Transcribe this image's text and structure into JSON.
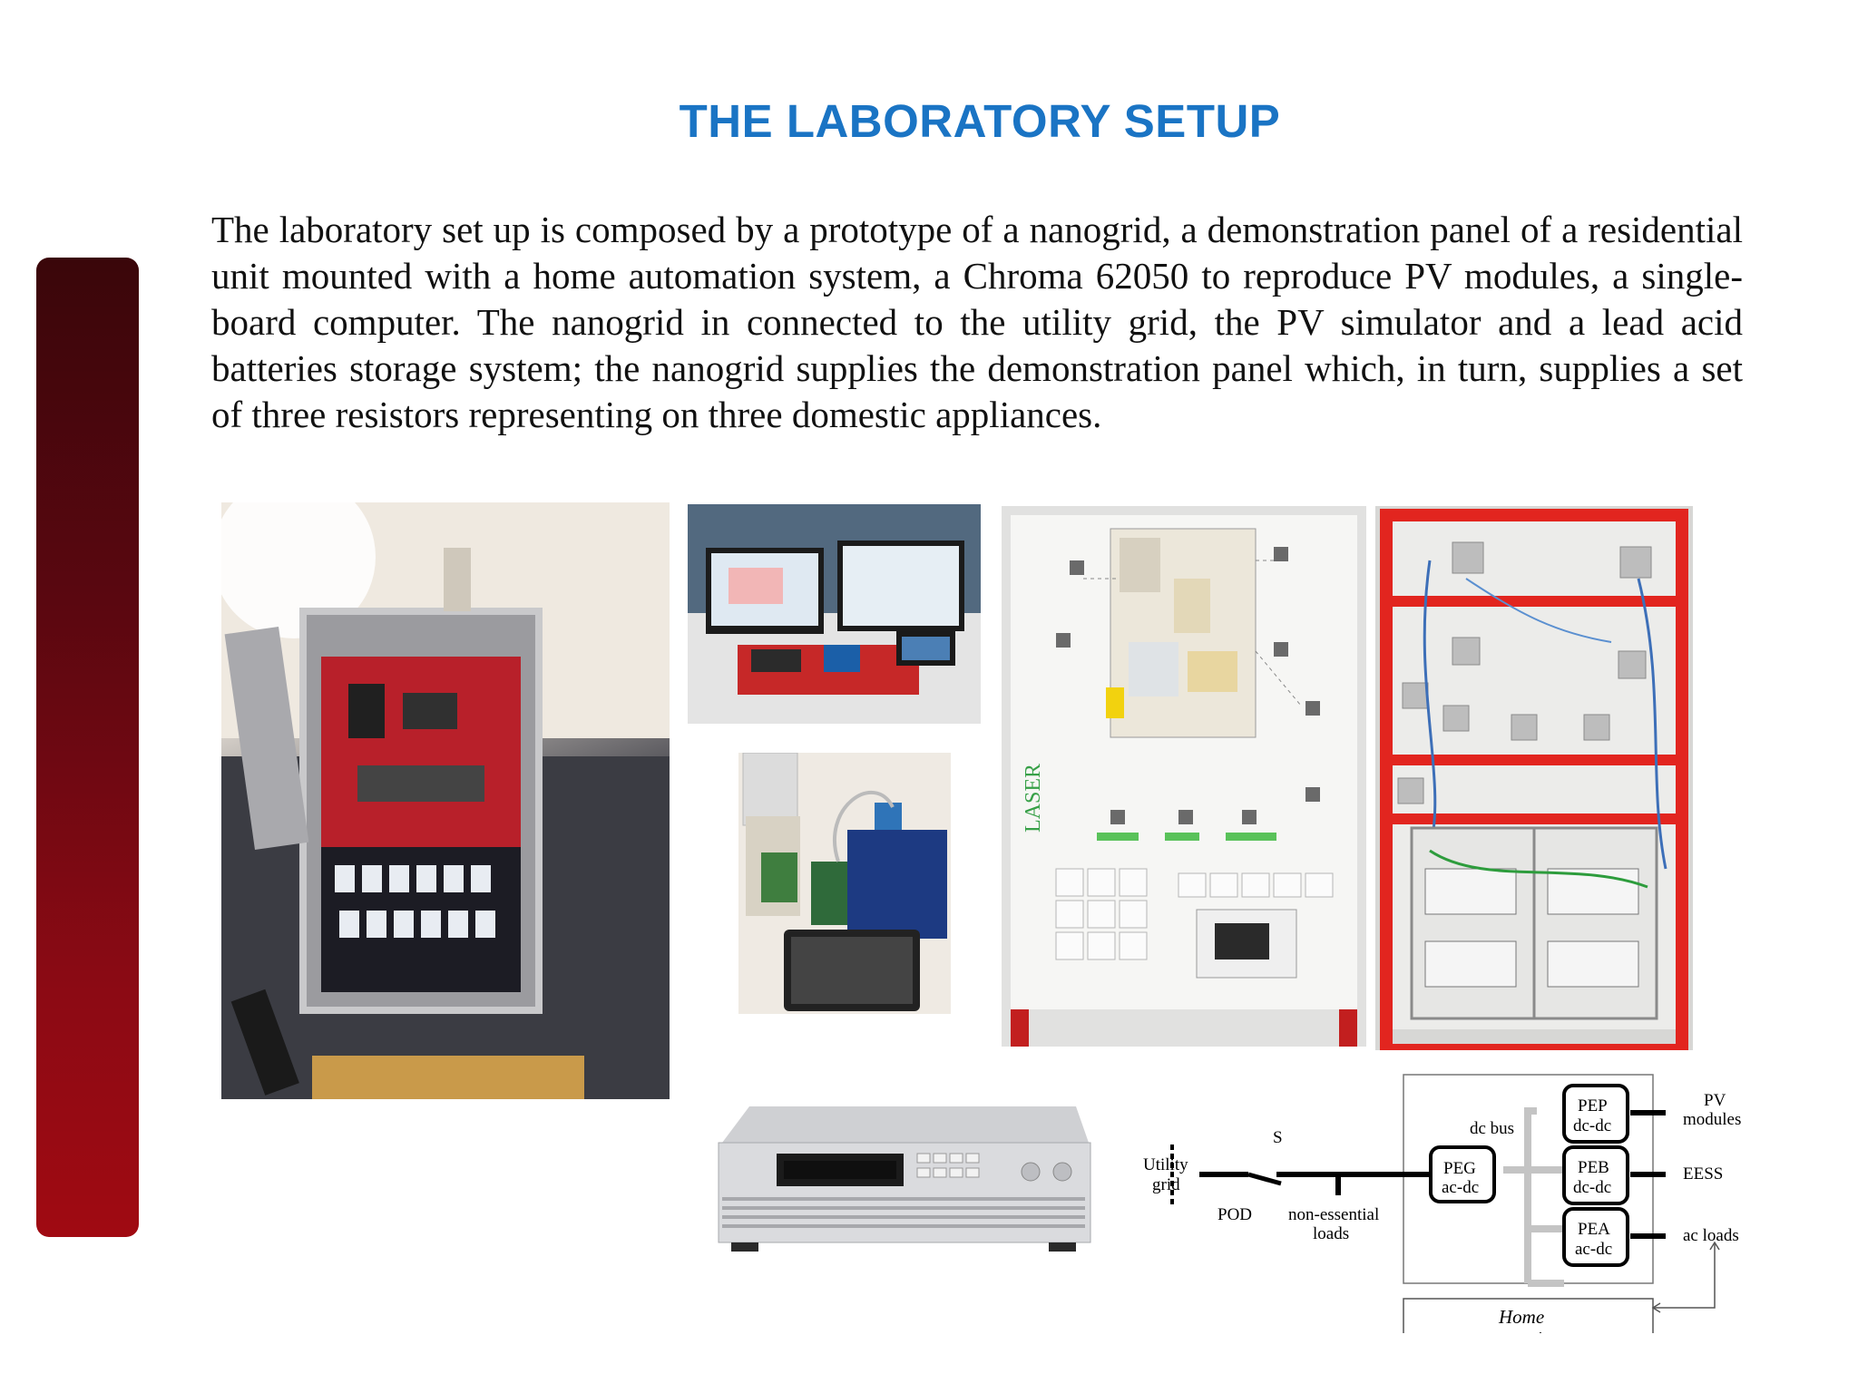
{
  "slide": {
    "title": "THE LABORATORY SETUP",
    "body": "The laboratory set up is composed by a prototype of a nanogrid, a demonstration panel of a residential unit mounted with a home automation system, a Chroma 62050 to reproduce PV modules, a single-board computer. The nanogrid in connected to the utility grid, the PV simulator and a lead acid batteries storage system; the nanogrid supplies the demonstration panel which, in turn, supplies a set of three resistors representing on three domestic appliances."
  },
  "photos": {
    "panel_brand": "LASER"
  },
  "diagram": {
    "utility_grid_1": "Utility",
    "utility_grid_2": "grid",
    "pod": "POD",
    "switch": "S",
    "nonessential_1": "non-essential",
    "nonessential_2": "loads",
    "dc_bus": "dc bus",
    "peg_1": "PEG",
    "peg_2": "ac-dc",
    "pep_1": "PEP",
    "pep_2": "dc-dc",
    "peb_1": "PEB",
    "peb_2": "dc-dc",
    "pea_1": "PEA",
    "pea_2": "ac-dc",
    "pv_1": "PV",
    "pv_2": "modules",
    "eess": "EESS",
    "ac_loads": "ac loads",
    "home_1": "Home",
    "home_2": "automation"
  }
}
